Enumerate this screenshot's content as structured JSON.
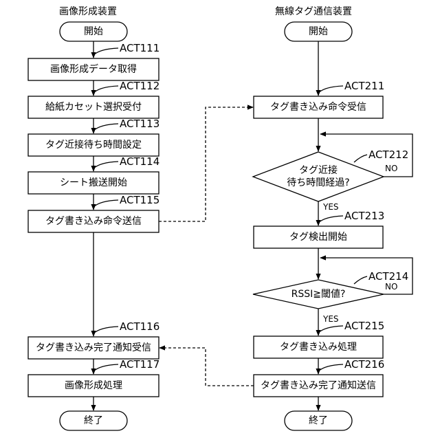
{
  "left": {
    "title": "画像形成装置",
    "start": "開始",
    "end": "終了",
    "steps": [
      {
        "id": "ACT111",
        "text": "画像形成データ取得"
      },
      {
        "id": "ACT112",
        "text": "給紙カセット選択受付"
      },
      {
        "id": "ACT113",
        "text": "タグ近接待ち時間設定"
      },
      {
        "id": "ACT114",
        "text": "シート搬送開始"
      },
      {
        "id": "ACT115",
        "text": "タグ書き込み命令送信"
      },
      {
        "id": "ACT116",
        "text": "タグ書き込み完了通知受信"
      },
      {
        "id": "ACT117",
        "text": "画像形成処理"
      }
    ]
  },
  "right": {
    "title": "無線タグ通信装置",
    "start": "開始",
    "end": "終了",
    "act211": {
      "id": "ACT211",
      "text": "タグ書き込み命令受信"
    },
    "act212": {
      "id": "ACT212",
      "line1": "タグ近接",
      "line2": "待ち時間経過?",
      "no": "NO",
      "yes": "YES"
    },
    "act213": {
      "id": "ACT213",
      "text": "タグ検出開始"
    },
    "act214": {
      "id": "ACT214",
      "text": "RSSI≧閾値?",
      "no": "NO",
      "yes": "YES"
    },
    "act215": {
      "id": "ACT215",
      "text": "タグ書き込み処理"
    },
    "act216": {
      "id": "ACT216",
      "text": "タグ書き込み完了通知送信"
    }
  }
}
